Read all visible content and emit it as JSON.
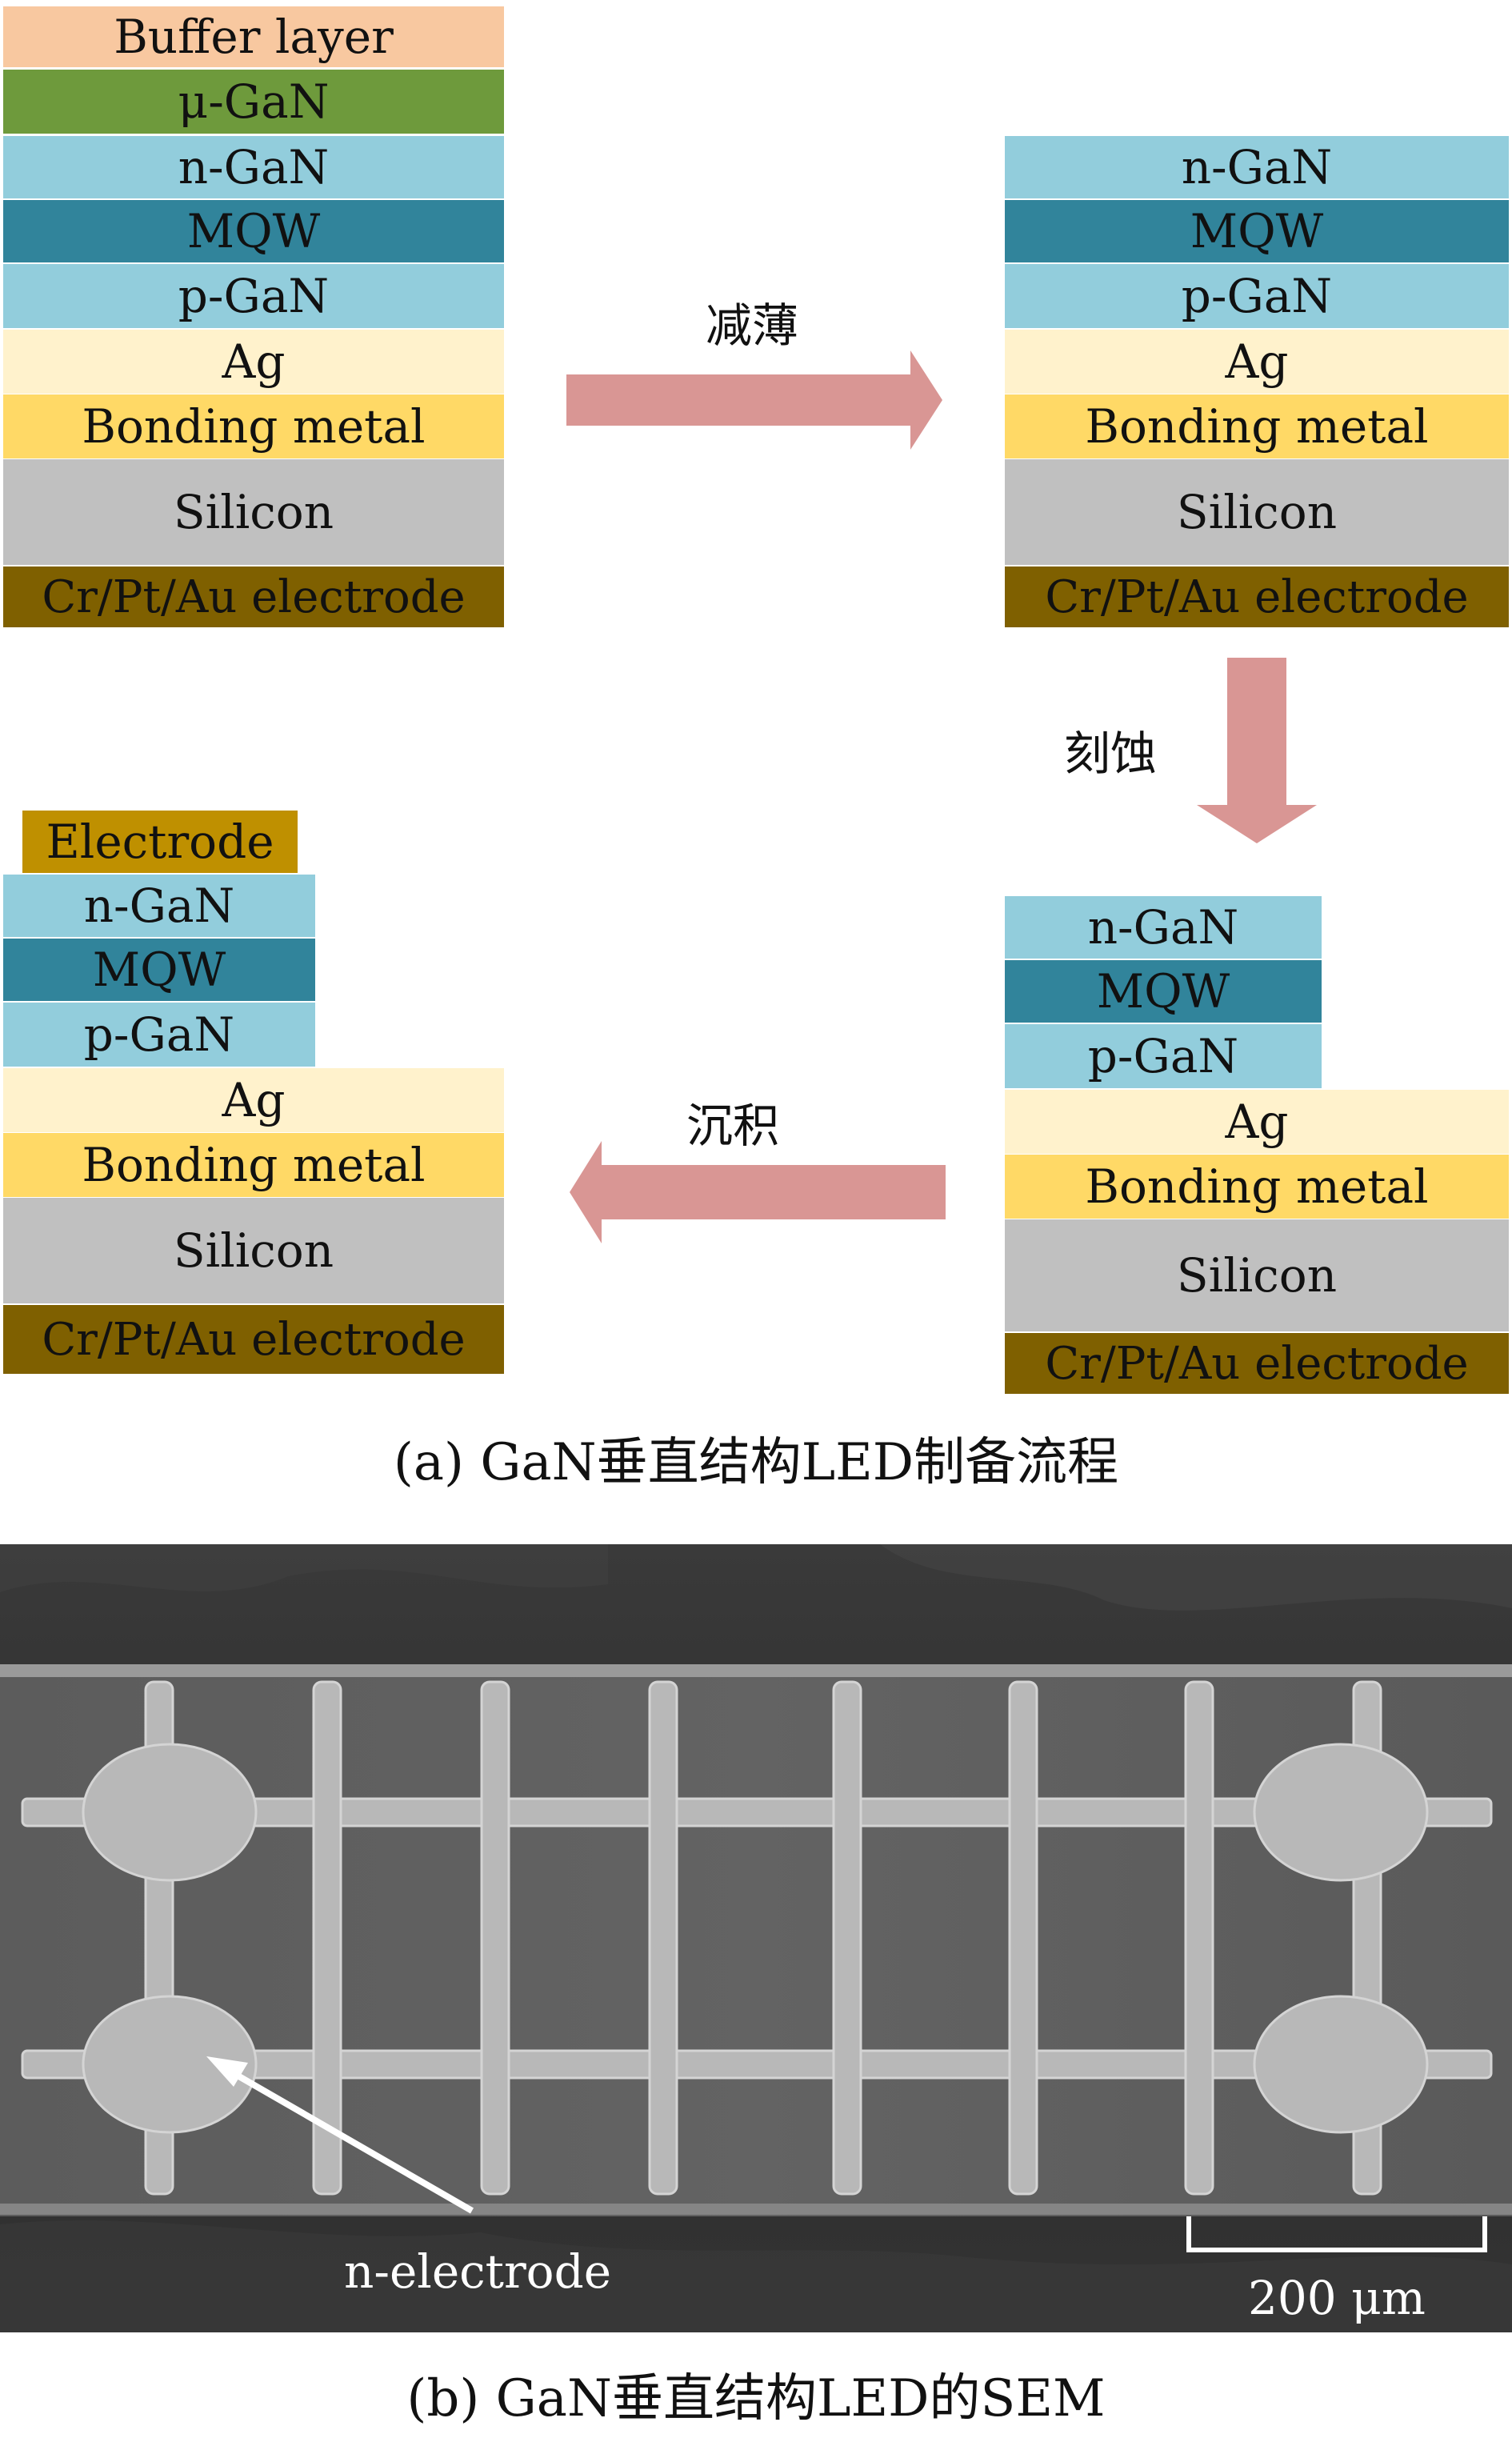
{
  "colors": {
    "buffer": "#F8C8A0",
    "u_gan": "#6E9A3C",
    "n_gan": "#92CDDC",
    "mqw": "#31849B",
    "p_gan": "#92CDDC",
    "ag": "#FFF2CC",
    "bonding": "#FFD966",
    "silicon": "#C0C0C0",
    "crptau": "#7F6000",
    "electrode": "#BF9000",
    "arrow": "#D99694"
  },
  "panel_a": {
    "stack1": {
      "buffer": "Buffer layer",
      "u_gan": "μ-GaN",
      "n_gan": "n-GaN",
      "mqw": "MQW",
      "p_gan": "p-GaN",
      "ag": "Ag",
      "bonding": "Bonding metal",
      "silicon": "Silicon",
      "crptau": "Cr/Pt/Au electrode"
    },
    "stack2": {
      "n_gan": "n-GaN",
      "mqw": "MQW",
      "p_gan": "p-GaN",
      "ag": "Ag",
      "bonding": "Bonding metal",
      "silicon": "Silicon",
      "crptau": "Cr/Pt/Au electrode"
    },
    "stack3": {
      "n_gan": "n-GaN",
      "mqw": "MQW",
      "p_gan": "p-GaN",
      "ag": "Ag",
      "bonding": "Bonding metal",
      "silicon": "Silicon",
      "crptau": "Cr/Pt/Au electrode"
    },
    "stack4": {
      "electrode": "Electrode",
      "n_gan": "n-GaN",
      "mqw": "MQW",
      "p_gan": "p-GaN",
      "ag": "Ag",
      "bonding": "Bonding metal",
      "silicon": "Silicon",
      "crptau": "Cr/Pt/Au electrode"
    },
    "steps": {
      "thinning": "减薄",
      "etching": "刻蚀",
      "deposition": "沉积"
    },
    "caption": "(a) GaN垂直结构LED制备流程"
  },
  "panel_b": {
    "annotation": "n-electrode",
    "scale_bar": "200 μm",
    "caption": "(b) GaN垂直结构LED的SEM"
  }
}
